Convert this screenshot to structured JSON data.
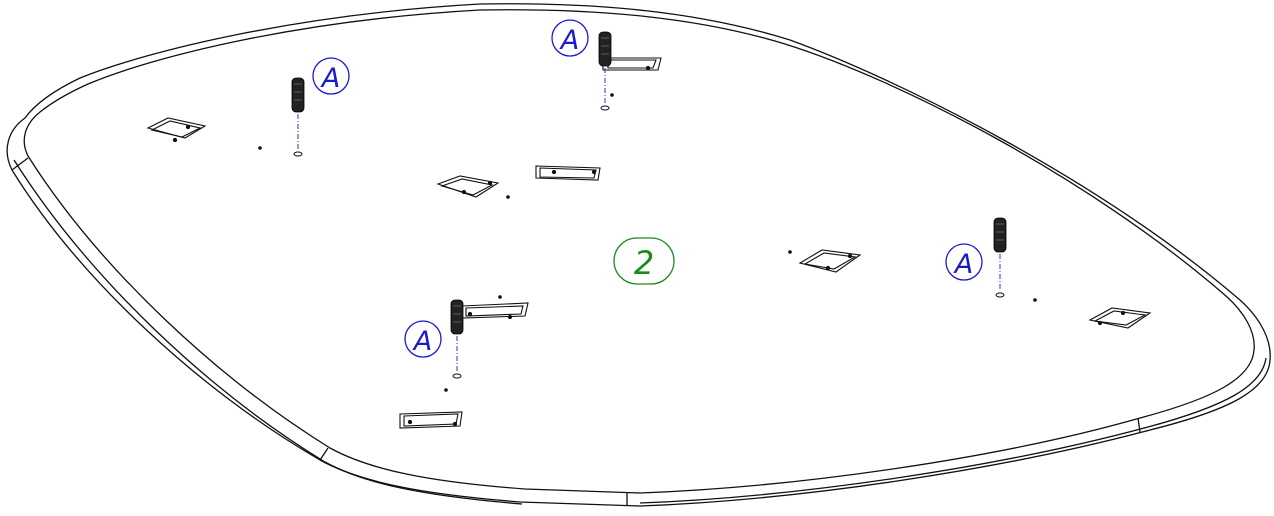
{
  "callouts": {
    "part_label": "2",
    "dowel_labels": [
      "A",
      "A",
      "A",
      "A"
    ]
  },
  "colors": {
    "outline": "#111111",
    "part_callout": "#1a8a1a",
    "dowel_callout": "#1a1acc",
    "centerline": "#1a1acc",
    "background": "#ffffff"
  }
}
